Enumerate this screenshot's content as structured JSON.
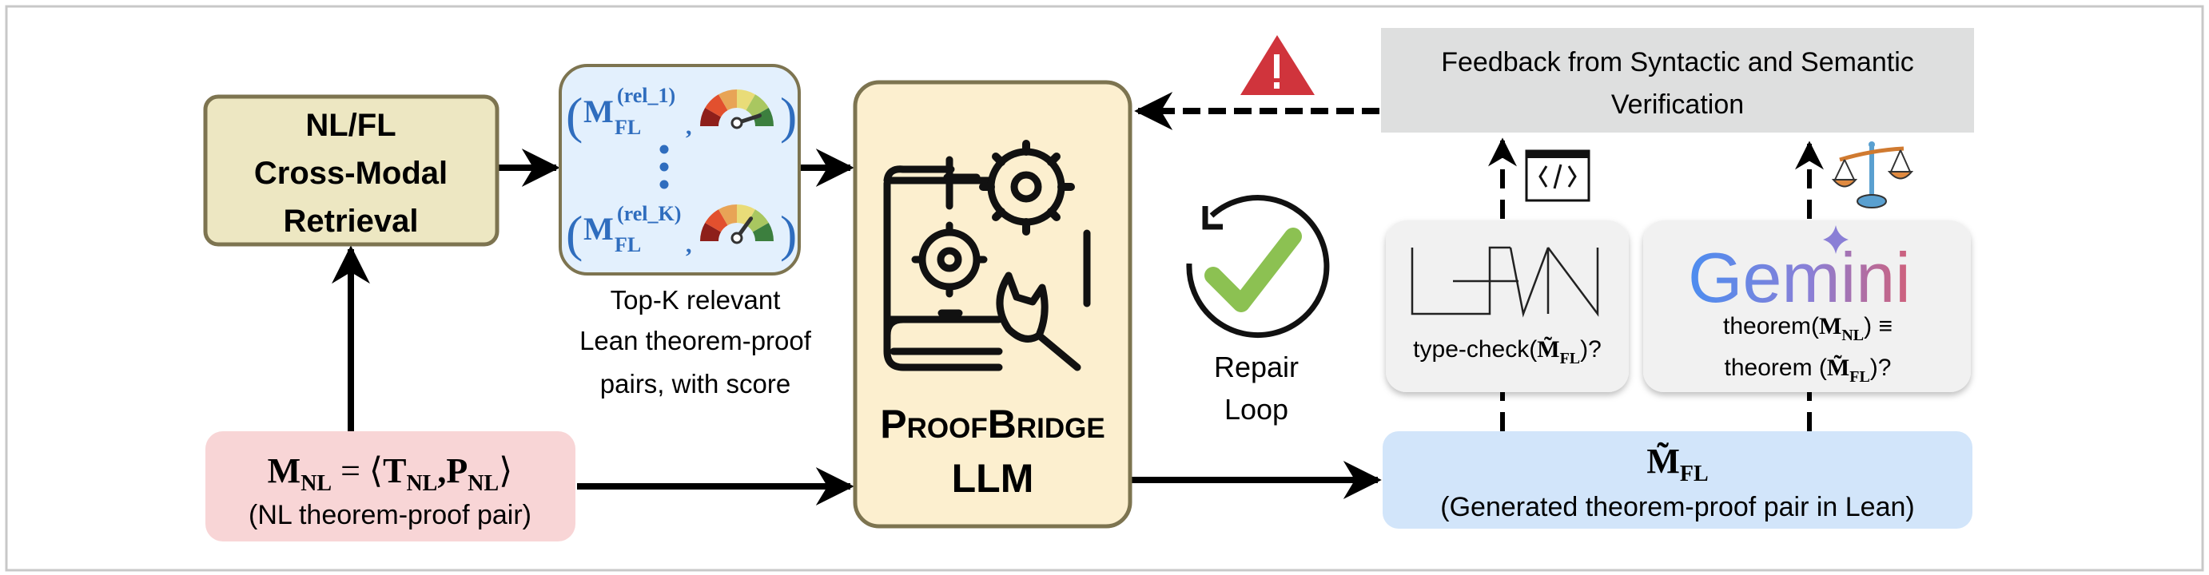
{
  "retrieval": {
    "lines": [
      "NL/FL",
      "Cross-Modal",
      "Retrieval"
    ]
  },
  "candidates": {
    "items": [
      {
        "symbol": "M",
        "sub": "FL",
        "sup": "(rel_1)",
        "comma": ",",
        "gauge_level": 0.9
      },
      {
        "symbol": "M",
        "sub": "FL",
        "sup": "(rel_K)",
        "comma": ",",
        "gauge_level": 0.7
      }
    ],
    "caption": [
      "Top-K relevant",
      "Lean theorem-proof",
      "pairs, with score"
    ]
  },
  "input": {
    "formula": {
      "m": "M",
      "m_sub": "NL",
      "eq": " = ⟨",
      "t": "T",
      "t_sub": "NL",
      "comma": ",",
      "p": "P",
      "p_sub": "NL",
      "close": "⟩"
    },
    "caption": "(NL theorem-proof pair)"
  },
  "model": {
    "name": "ProofBridge",
    "suffix": "LLM"
  },
  "repair": {
    "lines": [
      "Repair",
      "Loop"
    ]
  },
  "feedback": {
    "lines": [
      "Feedback from Syntactic and Semantic",
      "Verification"
    ]
  },
  "lean": {
    "logo": "LEAN",
    "check": {
      "prefix": "type-check(",
      "m": "M̃",
      "sub": "FL",
      "suffix": ")?"
    }
  },
  "gemini": {
    "logo": "Gemini",
    "line1": {
      "prefix": "theorem(",
      "m": "M",
      "sub": "NL",
      "suffix": ") ≡"
    },
    "line2": {
      "prefix": "theorem (",
      "m": "M̃",
      "sub": "FL",
      "suffix": ")?"
    }
  },
  "output": {
    "symbol": "M̃",
    "sub": "FL",
    "caption": "(Generated theorem-proof pair in Lean)"
  },
  "colors": {
    "retrieval_fill": "#EDE7C2",
    "retrieval_stroke": "#7D7450",
    "candidates_fill": "#E3F0FD",
    "math_blue": "#2F6DBE",
    "model_fill": "#FCEFCF",
    "input_fill": "#F8D5D6",
    "feedback_fill": "#DEDFDF",
    "verifier_fill": "#F1F1F1",
    "output_fill": "#D2E5FA",
    "warning": "#D0343C",
    "check": "#8CC152"
  }
}
